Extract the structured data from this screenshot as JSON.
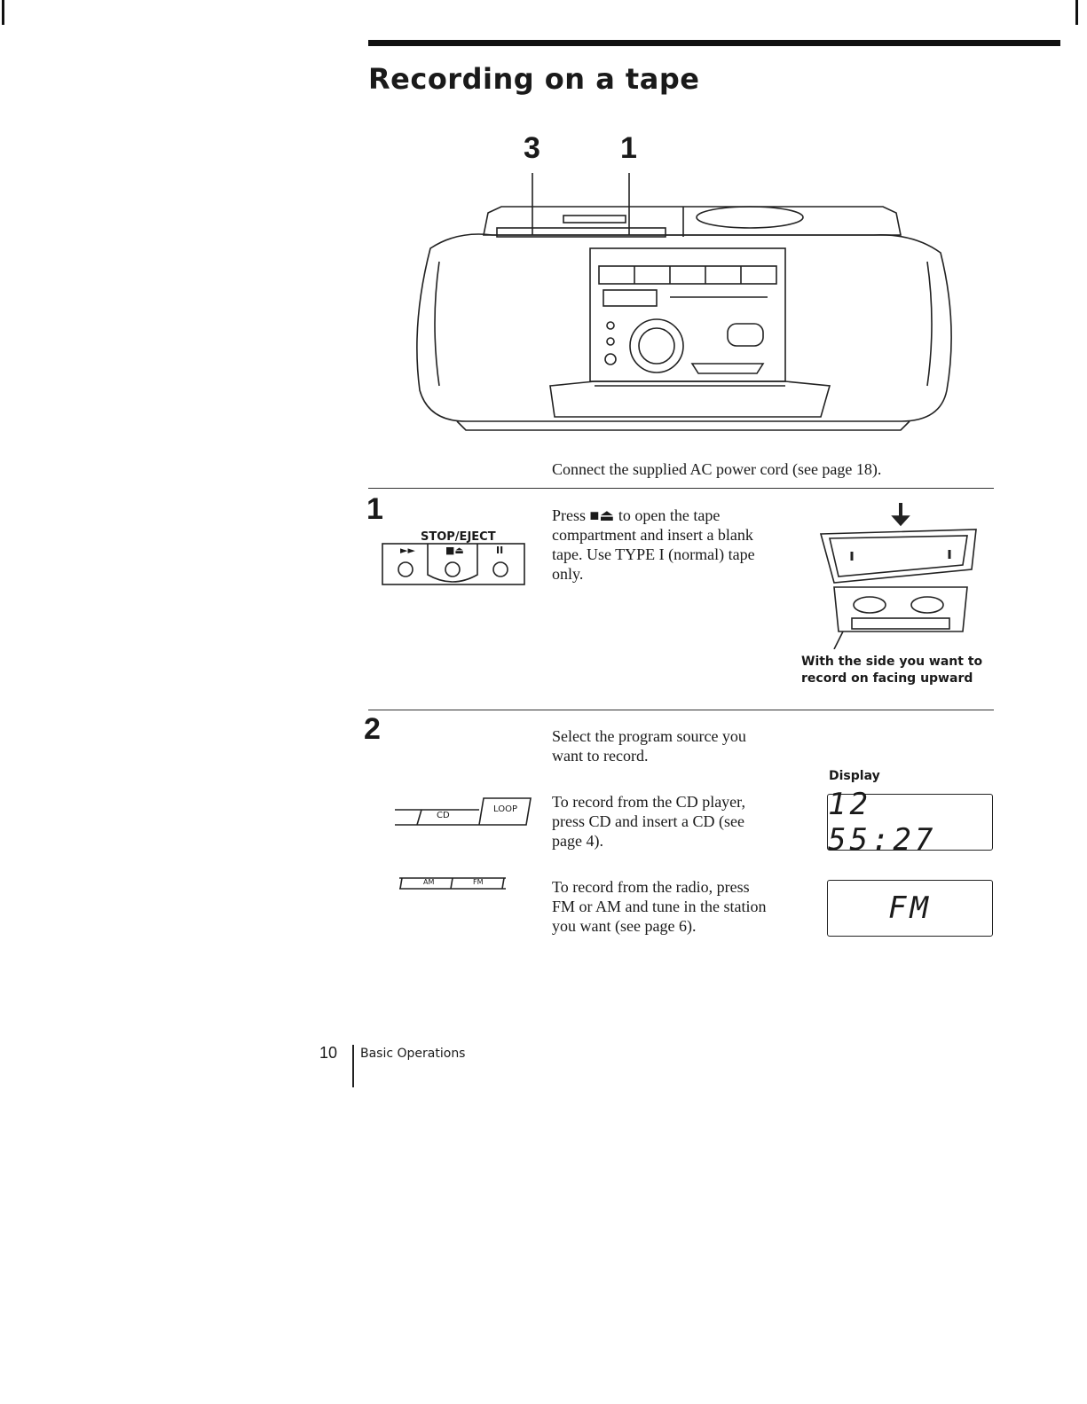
{
  "page": {
    "title": "Recording on a tape"
  },
  "illustration": {
    "callouts": [
      "3",
      "1"
    ]
  },
  "intro": {
    "text": "Connect the supplied AC power cord (see page 18)."
  },
  "step1": {
    "number": "1",
    "panel_label": "STOP/EJECT",
    "buttons": [
      "►►",
      "■⏏",
      "II"
    ],
    "line1": "Press ■⏏ to open the tape",
    "line2": "compartment and insert a blank",
    "line3": "tape.  Use TYPE I (normal) tape",
    "line4": "only.",
    "caption_line1": "With the side you want to",
    "caption_line2": "record on facing upward"
  },
  "step2": {
    "number": "2",
    "intro_line1": "Select the program source you",
    "intro_line2": "want to record.",
    "display_label": "Display",
    "cd_button": "CD",
    "loop_button": "LOOP",
    "am_button": "AM",
    "fm_button": "FM",
    "cd_line1": "To record from the CD player,",
    "cd_line2": "press CD and insert a CD (see",
    "cd_line3": "page 4).",
    "radio_line1": "To record from the radio, press",
    "radio_line2": "FM or AM and tune in the station",
    "radio_line3": "you want (see page 6).",
    "cd_display": "12  55:27",
    "fm_display": "FM"
  },
  "footer": {
    "page_number": "10",
    "section": "Basic Operations"
  }
}
